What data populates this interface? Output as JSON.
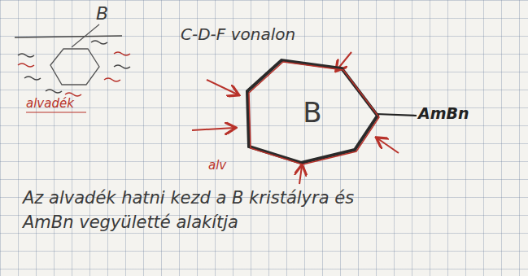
{
  "diagram": {
    "nodes": [
      {
        "text": [
          "B"
        ]
      }
    ],
    "labels": [
      "B",
      "alvadék",
      "C-D-F vonalon",
      "AmBn",
      "alv",
      "Az alvadék hatni kezd a B kristályra és AmBn vegyületté alakítja"
    ]
  }
}
